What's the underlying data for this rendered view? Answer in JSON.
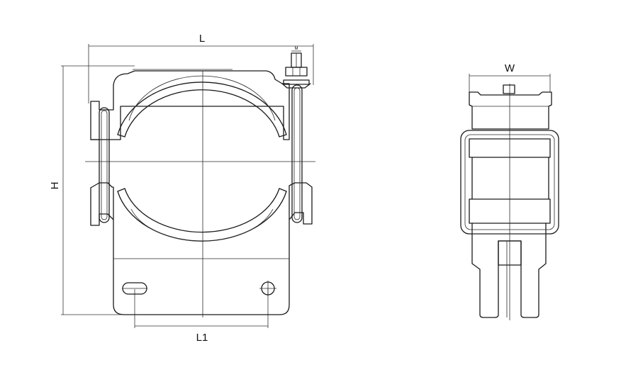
{
  "dimensions": {
    "length": "L",
    "height": "H",
    "hole_spacing": "L1",
    "width": "W",
    "bolt_size": "M"
  }
}
